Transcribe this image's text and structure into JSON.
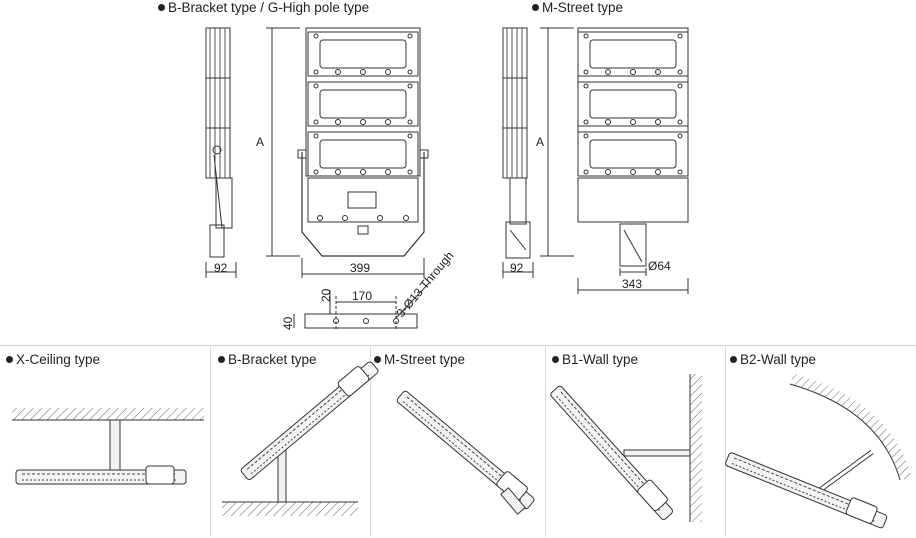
{
  "top_views": {
    "left_title": "B-Bracket type / G-High pole type",
    "right_title": "M-Street type"
  },
  "dimensions": {
    "height_a_left": "A",
    "height_a_right": "A",
    "depth_left": "92",
    "width_left": "399",
    "depth_right": "92",
    "width_right": "343",
    "pole_diameter": "Ø64",
    "bracket_height": "40",
    "bracket_offset": "20",
    "bracket_spacing": "170",
    "bracket_holes": "3-Ø13 Through"
  },
  "install_types": [
    {
      "label": "X-Ceiling type"
    },
    {
      "label": "B-Bracket type"
    },
    {
      "label": "M-Street type"
    },
    {
      "label": "B1-Wall type"
    },
    {
      "label": "B2-Wall type"
    }
  ]
}
